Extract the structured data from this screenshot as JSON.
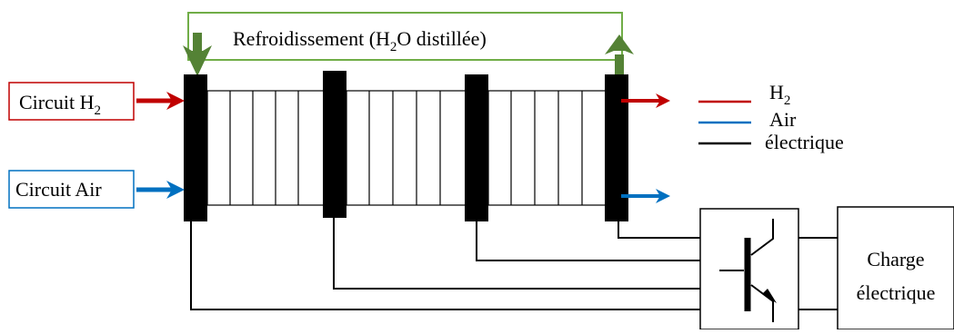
{
  "cooling": {
    "label_prefix": "Refroidissement (H",
    "label_sub": "2",
    "label_suffix": "O distillée)"
  },
  "inputs": {
    "h2": {
      "label_prefix": "Circuit H",
      "label_sub": "2"
    },
    "air": {
      "label": "Circuit Air"
    }
  },
  "legend": {
    "h2": {
      "label": "H",
      "sub": "2"
    },
    "air": {
      "label": "Air"
    },
    "elec": {
      "label": "électrique"
    }
  },
  "load": {
    "line1": "Charge",
    "line2": "électrique"
  },
  "colors": {
    "h2": "#c00000",
    "air": "#0070c0",
    "cooling": "#548235",
    "coolingBox": "#70ad47",
    "electric": "#000000"
  }
}
